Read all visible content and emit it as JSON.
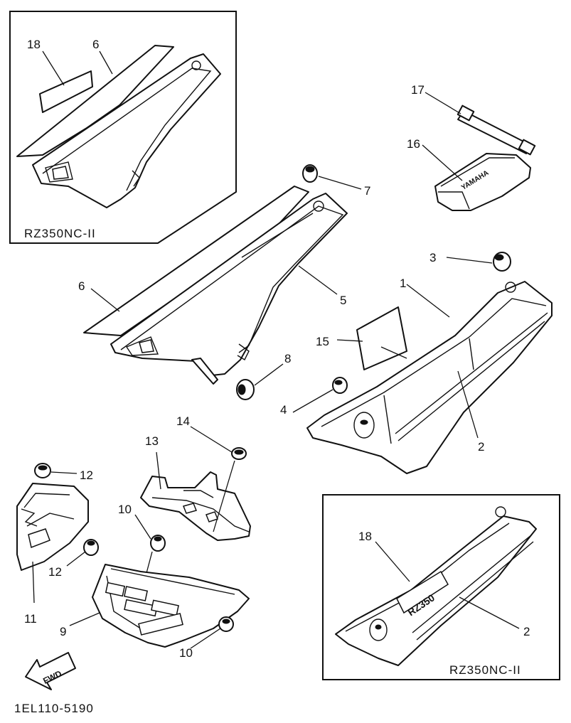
{
  "diagram": {
    "labels": {
      "l1": "1",
      "l2": "2",
      "l3": "3",
      "l4": "4",
      "l5": "5",
      "l6": "6",
      "l7": "7",
      "l8": "8",
      "l9": "9",
      "l10": "10",
      "l11": "11",
      "l12": "12",
      "l13": "13",
      "l14": "14",
      "l15": "15",
      "l16": "16",
      "l17": "17",
      "l18": "18"
    },
    "inset_top": {
      "model": "RZ350NC-II",
      "labels": {
        "l18": "18",
        "l6": "6"
      }
    },
    "inset_bottom": {
      "model": "RZ350NC-II",
      "labels": {
        "l18": "18",
        "l2": "2"
      },
      "emblem_text": "RZ350"
    },
    "pouch_text": "YAMAHA",
    "fwd_arrow": "FWD",
    "code": "1EL110-5190"
  }
}
